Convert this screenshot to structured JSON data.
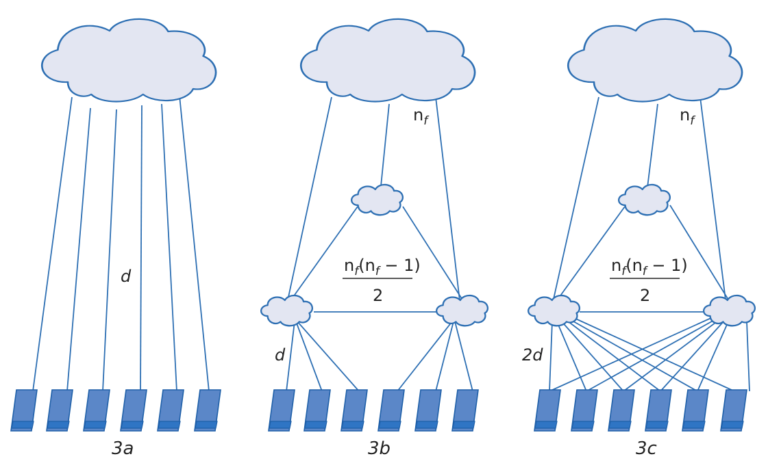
{
  "colors": {
    "line": "#2d6fb3",
    "cloud_fill": "#e3e6f2",
    "device_fill": "#5b87c8",
    "device_slot": "#2f75c4",
    "text": "#222222"
  },
  "panels": [
    {
      "id": "3a",
      "caption": "3a",
      "link_label": "d"
    },
    {
      "id": "3b",
      "caption": "3b",
      "link_label": "d",
      "top_label": "n",
      "top_label_sub": "f",
      "fraction": {
        "n1": "n",
        "s1": "f",
        "p1": "(n",
        "s2": "f",
        "p2": " − 1)",
        "den": "2"
      }
    },
    {
      "id": "3c",
      "caption": "3c",
      "link_label": "2d",
      "top_label": "n",
      "top_label_sub": "f",
      "fraction": {
        "n1": "n",
        "s1": "f",
        "p1": "(n",
        "s2": "f",
        "p2": " − 1)",
        "den": "2"
      }
    }
  ]
}
